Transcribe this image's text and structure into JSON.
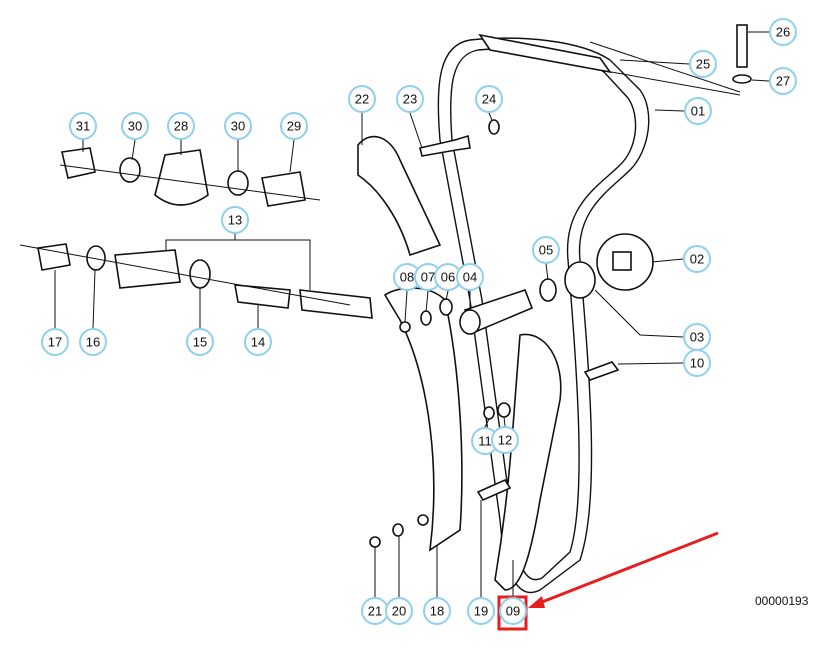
{
  "diagram": {
    "document_number": "00000193",
    "callouts": [
      "26",
      "25",
      "27",
      "01",
      "22",
      "23",
      "24",
      "31",
      "30",
      "28",
      "30",
      "29",
      "13",
      "05",
      "08",
      "07",
      "06",
      "04",
      "02",
      "03",
      "10",
      "17",
      "16",
      "15",
      "14",
      "11",
      "12",
      "21",
      "20",
      "18",
      "19",
      "09"
    ],
    "highlighted_callout": "09",
    "highlight_color": "#e81e1e",
    "callout_ring_color": "#8fd0ee"
  }
}
